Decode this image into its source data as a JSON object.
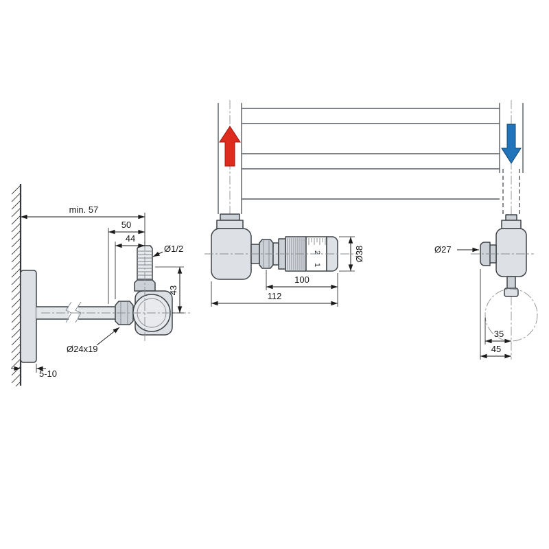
{
  "drawing": {
    "kind": "radiator-valve-installation-dimension-drawing",
    "background": "#ffffff"
  },
  "left_view": {
    "dim_min57": "min. 57",
    "dim_50": "50",
    "dim_44": "44",
    "label_thread": "Ø1/2",
    "dim_43": "43",
    "label_nut": "Ø24x19",
    "dim_plate": "5-10"
  },
  "middle_view": {
    "dim_100": "100",
    "dim_112": "112",
    "label_diameter": "Ø38",
    "scale_mark_2": "2",
    "scale_mark_1": "1"
  },
  "right_view": {
    "label_diameter": "Ø27",
    "dim_35": "35",
    "dim_45": "45"
  },
  "colors": {
    "flow_in_arrow": "#dd2b1e",
    "flow_out_arrow": "#2274ba"
  }
}
